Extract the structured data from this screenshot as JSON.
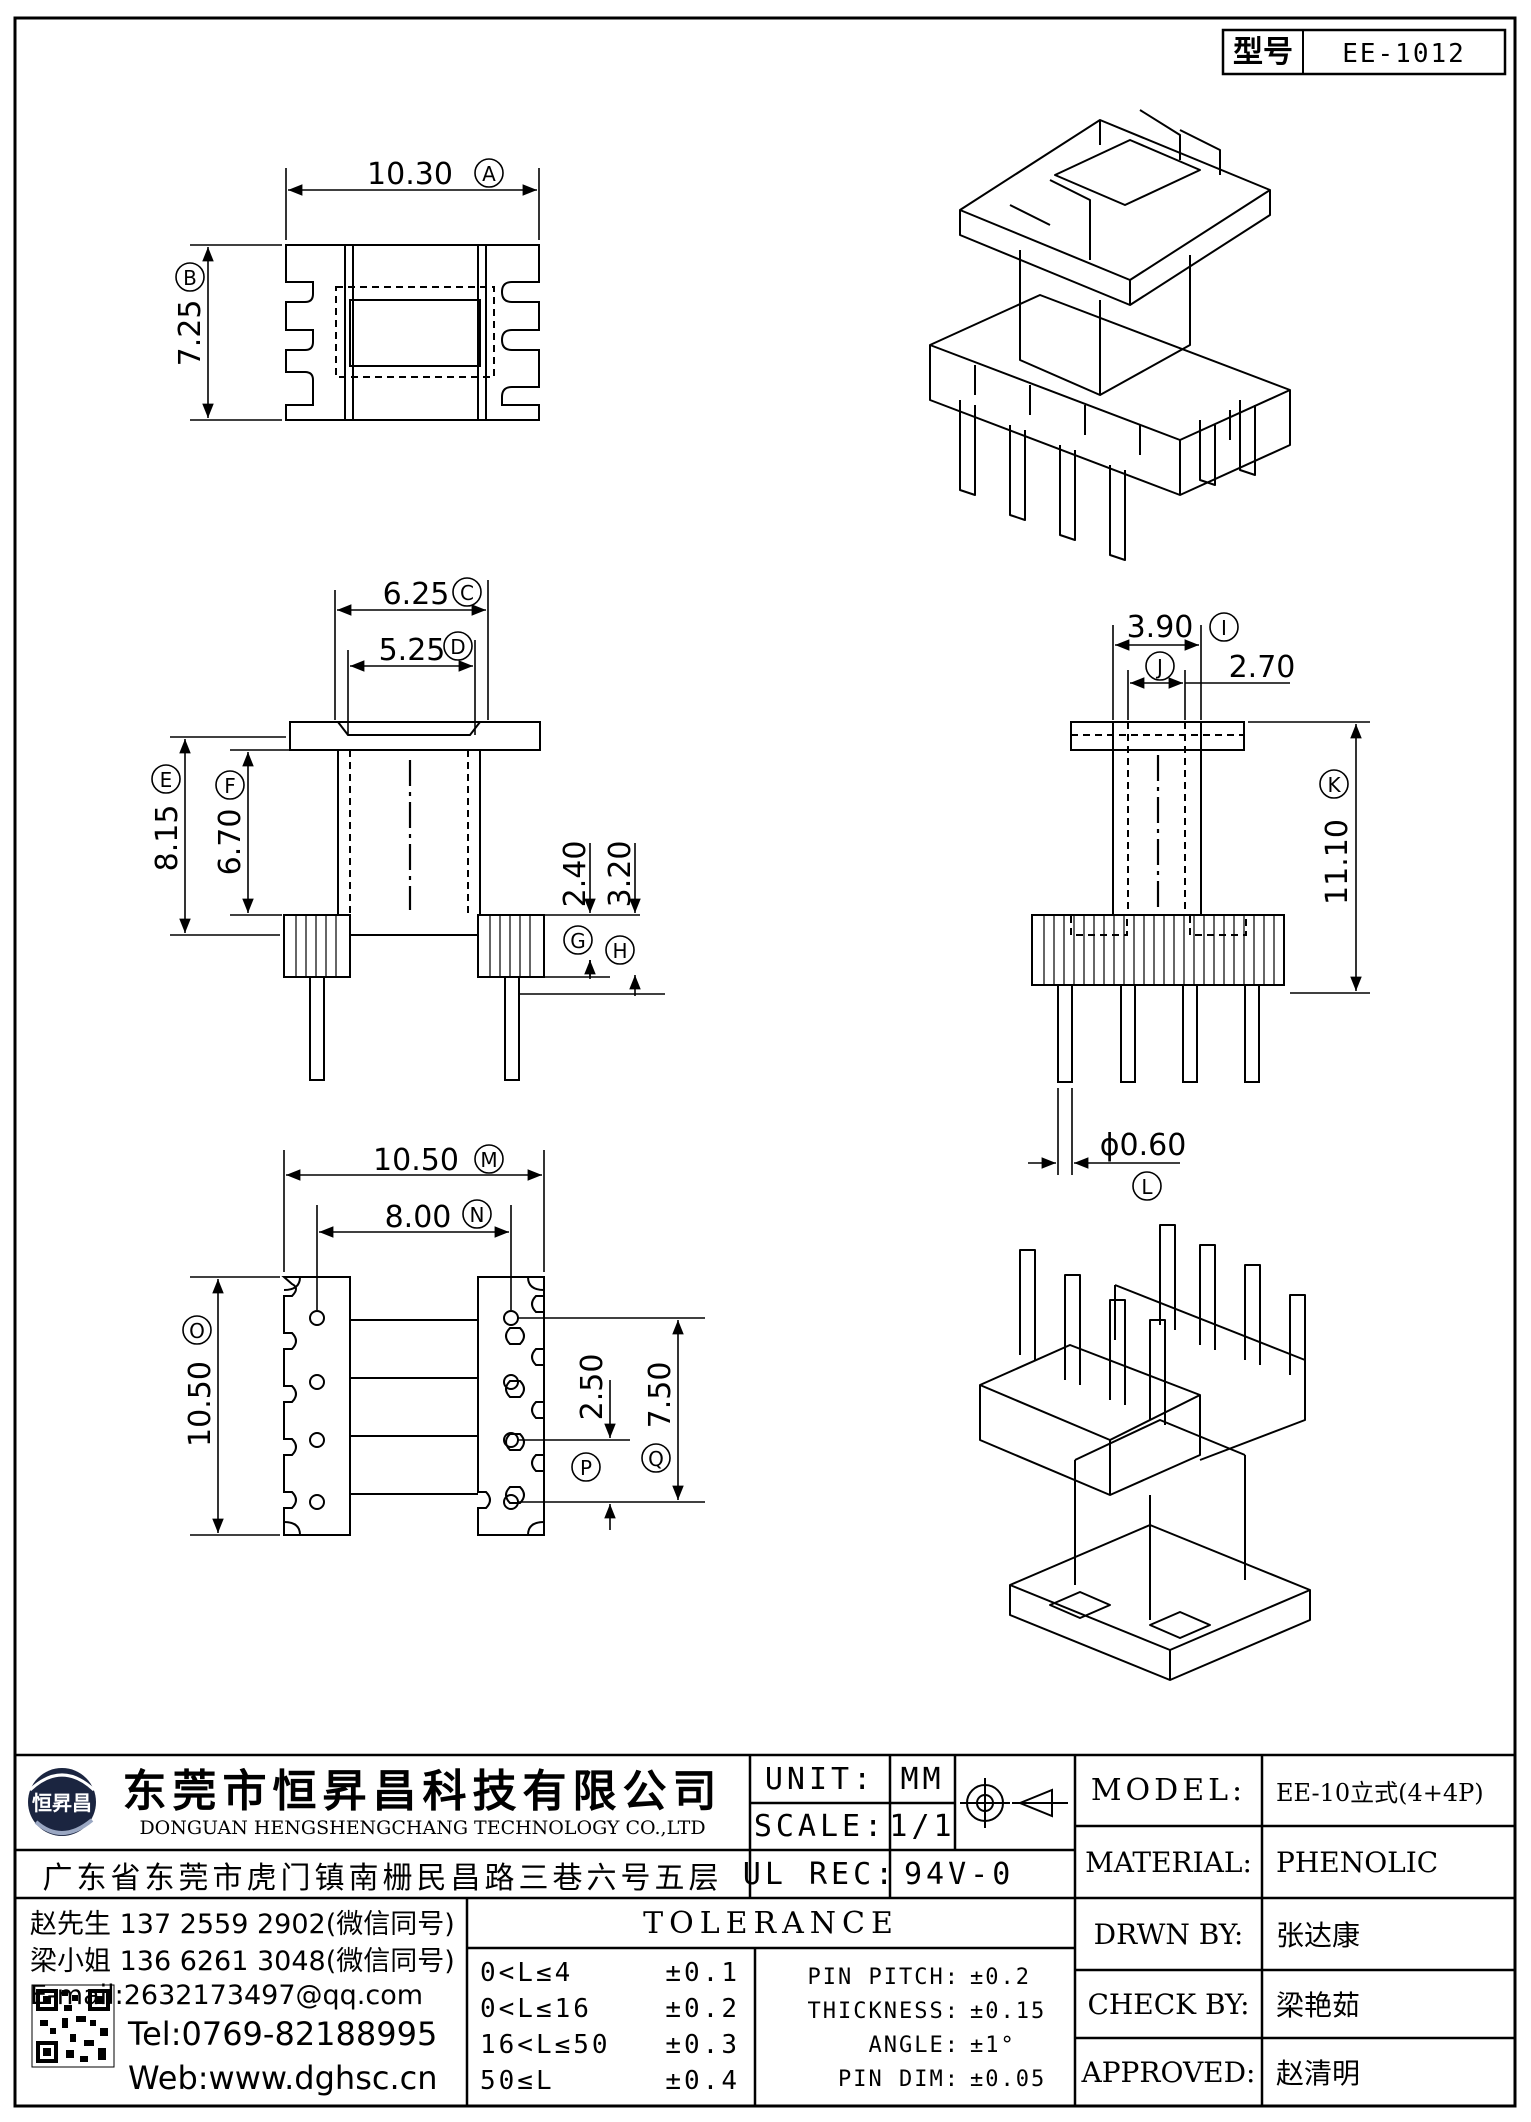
{
  "header": {
    "model_label": "型号",
    "model_value": "EE-1012"
  },
  "dimensions": {
    "top_width": "10.30",
    "top_width_mark": "A",
    "top_height": "7.25",
    "top_height_mark": "B",
    "front_outer": "6.25",
    "front_outer_mark": "C",
    "front_inner": "5.25",
    "front_inner_mark": "D",
    "front_total_h": "8.15",
    "front_total_h_mark": "E",
    "front_inner_h": "6.70",
    "front_inner_h_mark": "F",
    "flange_a": "2.40",
    "flange_a_mark": "G",
    "flange_b": "3.20",
    "flange_b_mark": "H",
    "side_outer": "3.90",
    "side_outer_mark": "I",
    "side_inner": "2.70",
    "side_inner_mark": "J",
    "side_height": "11.10",
    "side_height_mark": "K",
    "pin_dia": "ϕ0.60",
    "pin_dia_mark": "L",
    "bottom_width": "10.50",
    "bottom_width_mark": "M",
    "bottom_inner": "8.00",
    "bottom_inner_mark": "N",
    "bottom_height": "10.50",
    "bottom_height_mark": "O",
    "pin_pitch": "2.50",
    "pin_pitch_mark": "P",
    "pin_span": "7.50",
    "pin_span_mark": "Q"
  },
  "company": {
    "name_cn": "东莞市恒昇昌科技有限公司",
    "name_en": "DONGUAN HENGSHENGCHANG TECHNOLOGY CO.,LTD",
    "logo_text": "恒昇昌",
    "address": "广东省东莞市虎门镇南栅民昌路三巷六号五层"
  },
  "contacts": {
    "line1": "赵先生 137 2559 2902(微信同号)",
    "line2": "梁小姐 136 6261 3048(微信同号)",
    "email": "E-mail:2632173497@qq.com",
    "tel": "Tel:0769-82188995",
    "web": "Web:www.dghsc.cn"
  },
  "specs": {
    "unit_label": "UNIT:",
    "unit_value": "MM",
    "scale_label": "SCALE:",
    "scale_value": "1/1",
    "ul_label": "UL REC:",
    "ul_value": "94V-0"
  },
  "tolerance": {
    "title": "TOLERANCE",
    "rows": [
      {
        "range": "0<L≤4",
        "value": "±0.1"
      },
      {
        "range": "0<L≤16",
        "value": "±0.2"
      },
      {
        "range": "16<L≤50",
        "value": "±0.3"
      },
      {
        "range": "50≤L",
        "value": "±0.4"
      }
    ],
    "extra": [
      {
        "label": "PIN PITCH:",
        "value": "±0.2"
      },
      {
        "label": "THICKNESS:",
        "value": "±0.15"
      },
      {
        "label": "ANGLE:",
        "value": "±1°"
      },
      {
        "label": "PIN DIM:",
        "value": "±0.05"
      }
    ]
  },
  "info": {
    "model_label": "MODEL:",
    "model_value": "EE-10立式(4+4P)",
    "material_label": "MATERIAL:",
    "material_value": "PHENOLIC",
    "drawn_label": "DRWN BY:",
    "drawn_value": "张达康",
    "check_label": "CHECK BY:",
    "check_value": "梁艳茹",
    "approved_label": "APPROVED:",
    "approved_value": "赵清明"
  }
}
